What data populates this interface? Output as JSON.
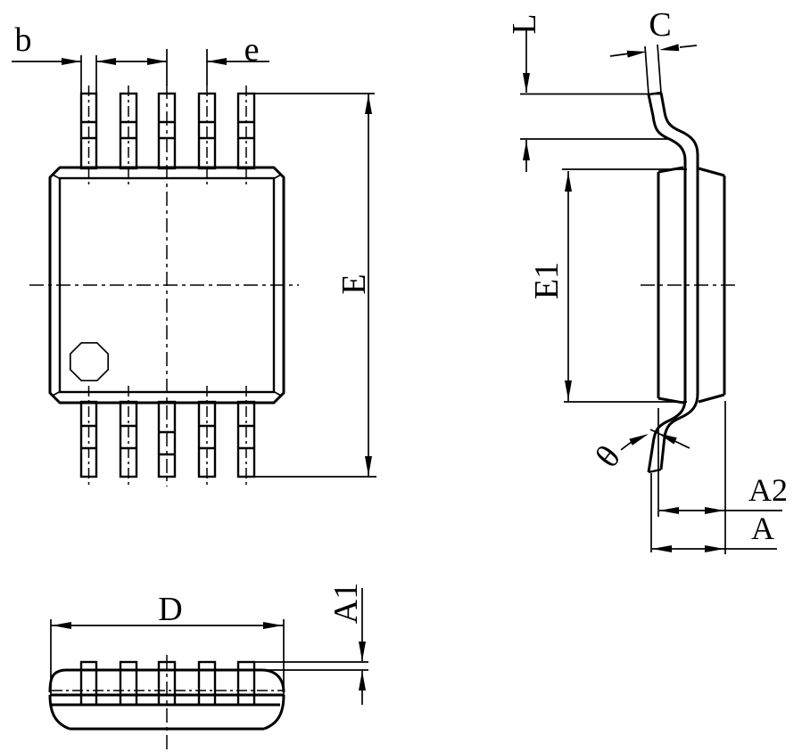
{
  "page": {
    "background": "#ffffff",
    "line_color": "#000000"
  },
  "labels": {
    "top_view": {
      "pin_width": "b",
      "pin_pitch": "e",
      "lead_span": "E"
    },
    "side_view": {
      "foot_length": "L",
      "lead_thickness": "C",
      "body_width": "E1",
      "foot_angle": "θ",
      "body_thickness": "A2",
      "overall_height": "A"
    },
    "front_view": {
      "body_length": "D",
      "standoff": "A1"
    }
  }
}
